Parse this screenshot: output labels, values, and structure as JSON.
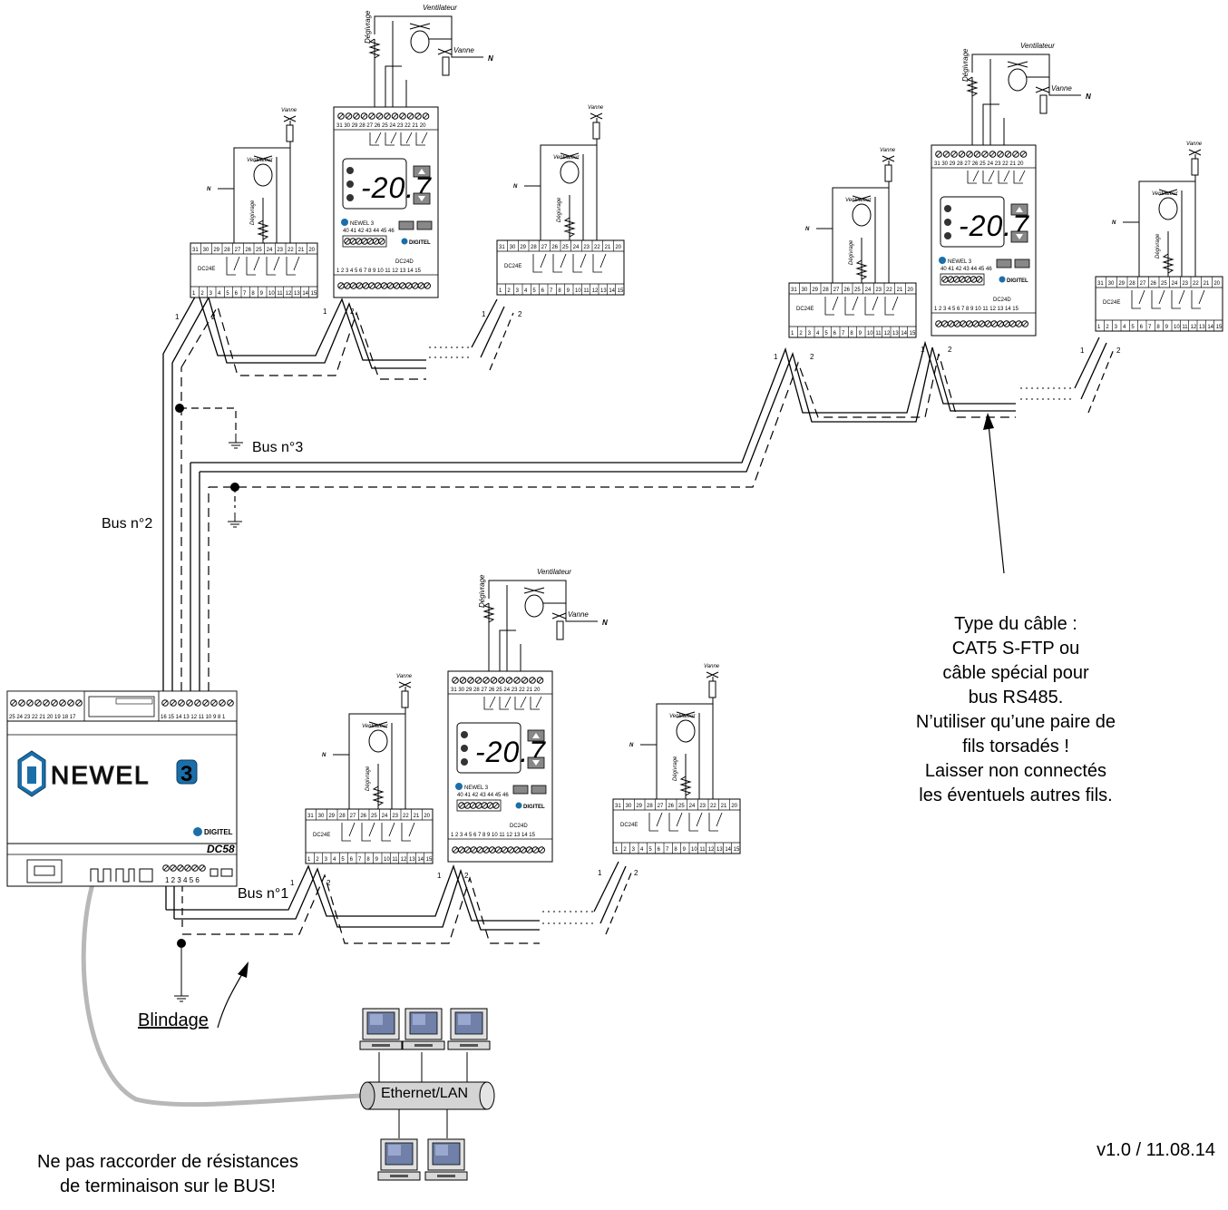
{
  "labels": {
    "bus1": "Bus n°1",
    "bus2": "Bus n°2",
    "bus3": "Bus n°3",
    "shield": "Blindage",
    "network": "Ethernet/LAN",
    "version": "v1.0 / 11.08.14",
    "term1": "1",
    "term2": "2"
  },
  "master": {
    "logo": "NEWEL",
    "logo_digit": "3",
    "brand": "DIGITEL",
    "model": "DC58",
    "top_left_terms": "25 24 23 22 21 20 19 18   17",
    "top_right_terms": "16 15 14 13 12 11 10 9  8  1",
    "bottom_terms": "1 2 3 4 5 6"
  },
  "dc24e": {
    "model": "DC24E",
    "top_terms": [
      "31",
      "30",
      "29",
      "28",
      "27",
      "26",
      "25",
      "24",
      "23",
      "22",
      "21",
      "20"
    ],
    "bottom_terms": [
      "1",
      "2",
      "3",
      "4",
      "5",
      "6",
      "7",
      "8",
      "9",
      "10",
      "11",
      "12",
      "13",
      "14",
      "15"
    ]
  },
  "dc24d": {
    "model": "DC24D",
    "display": "-20.7",
    "brand": "DIGITEL",
    "logo": "NEWEL 3",
    "top_terms": "31 30 29 28 27 26 25 24 23 22 21 20",
    "mid_terms": "40 41 42 43 44 45 46",
    "bottom_terms": "1 2 3 4 5 6 7 8 9 10 11 12 13 14 15"
  },
  "load": {
    "fan": "Ventilateur",
    "valve": "Vanne",
    "defrost": "Dégivrage",
    "neutral": "N"
  },
  "cable_note": [
    "Type du câble :",
    "CAT5 S-FTP ou",
    "câble spécial pour",
    "bus RS485.",
    "N’utiliser qu’une paire de",
    "fils torsadés !",
    "Laisser non connectés",
    "les éventuels autres fils."
  ],
  "warning": [
    "Ne pas raccorder de résistances",
    "de terminaison sur le BUS!"
  ]
}
